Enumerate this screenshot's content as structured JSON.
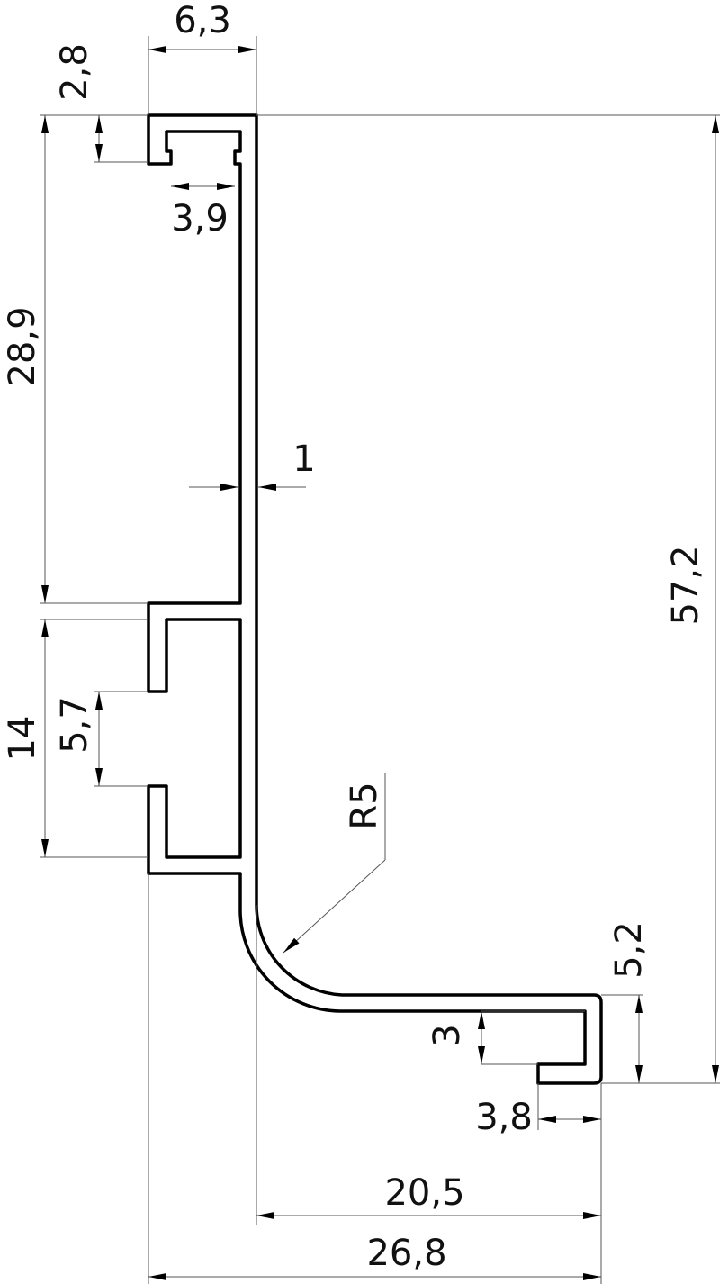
{
  "drawing": {
    "title": "Aluminium profile cross-section",
    "dimensions": {
      "top_width": "6,3",
      "top_lip_height": "2,8",
      "top_slot_width": "3,9",
      "upper_height": "28,9",
      "wall_thickness": "1",
      "total_height": "57,2",
      "middle_height": "14",
      "middle_gap": "5,7",
      "bend_radius": "R5",
      "right_lip_height": "5,2",
      "bottom_inner_gap": "3",
      "bottom_slot_width": "3,8",
      "bottom_width_inner": "20,5",
      "bottom_width_total": "26,8"
    },
    "colors": {
      "line": "#000000",
      "dimension": "#555555"
    }
  }
}
